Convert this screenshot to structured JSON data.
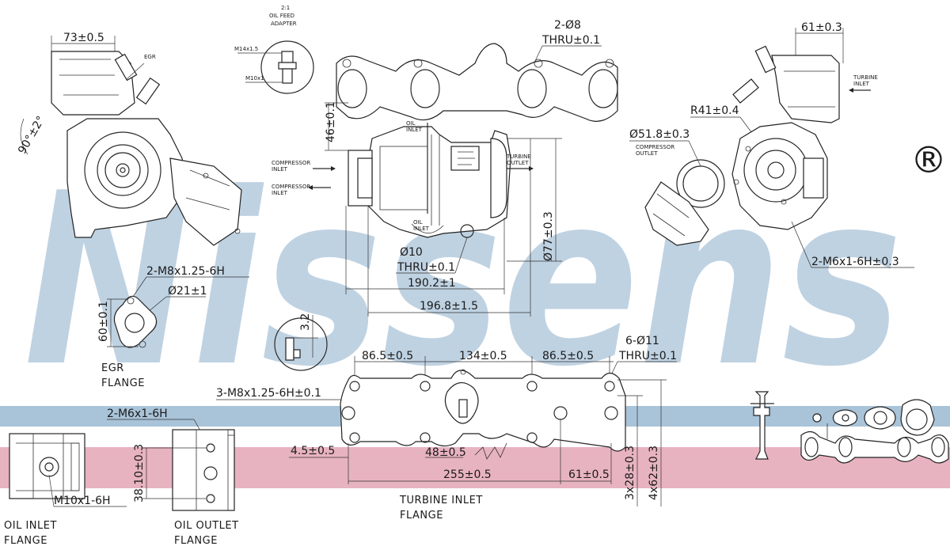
{
  "brand": {
    "watermark": "Nissens",
    "registered_mark": "®",
    "watermark_color": "#a9c3d8",
    "band_blue_color": "#a9c3d8",
    "band_pink_color": "#e8b3c0"
  },
  "top_left_view": {
    "dim_width": "73±0.5",
    "label_egr": "EGR",
    "angle": "90°±2°"
  },
  "oil_feed_adapter": {
    "title_ratio": "2:1",
    "title_line1": "OIL FEED",
    "title_line2": "ADAPTER",
    "thread_top": "M14x1.5",
    "thread_bottom": "M10x1"
  },
  "center_view": {
    "holes_line1": "2-Ø8",
    "holes_line2": "THRU±0.1",
    "dim_46": "46±0.1",
    "label_oil_inlet_top": "OIL\nINLET",
    "label_compressor_inlet_1": "COMPRESSOR\nINLET",
    "label_compressor_inlet_2": "COMPRESSOR\nINLET",
    "label_turbine_outlet": "TURBINE\nOUTLET",
    "label_oil_inlet_bottom": "OIL\nINLET",
    "dim_77": "Ø77±0.3",
    "hole_10_line1": "Ø10",
    "hole_10_line2": "THRU±0.1",
    "dim_190": "190.2±1",
    "dim_196": "196.8±1.5"
  },
  "right_view": {
    "dim_61": "61±0.3",
    "label_turbine_inlet": "TURBINE\nINLET",
    "radius": "R41±0.4",
    "dia_51": "Ø51.8±0.3",
    "label_compressor_outlet": "COMPRESSOR\nOUTLET",
    "thread_m6": "2-M6x1-6H±0.3"
  },
  "egr_flange": {
    "thread": "2-M8x1.25-6H",
    "dia": "Ø21±1",
    "dim_60": "60±0.1",
    "title_line1": "EGR",
    "title_line2": "FLANGE"
  },
  "small_detail": {
    "dim": "3.2"
  },
  "turbine_flange": {
    "dim_86_left": "86.5±0.5",
    "dim_134": "134±0.5",
    "dim_86_right": "86.5±0.5",
    "holes_line1": "6-Ø11",
    "holes_line2": "THRU±0.1",
    "thread_m8": "3-M8x1.25-6H±0.1",
    "dim_4_5": "4.5±0.5",
    "dim_48": "48±0.5",
    "dim_255": "255±0.5",
    "dim_61": "61±0.5",
    "dim_3x28": "3x28±0.3",
    "dim_4x62": "4x62±0.3",
    "title_line1": "TURBINE INLET",
    "title_line2": "FLANGE"
  },
  "oil_outlet": {
    "thread": "2-M6x1-6H",
    "dim": "38.10±0.3",
    "title_line1": "OIL OUTLET",
    "title_line2": "FLANGE"
  },
  "oil_inlet": {
    "thread": "M10x1-6H",
    "title_line1": "OIL INLET",
    "title_line2": "FLANGE"
  }
}
